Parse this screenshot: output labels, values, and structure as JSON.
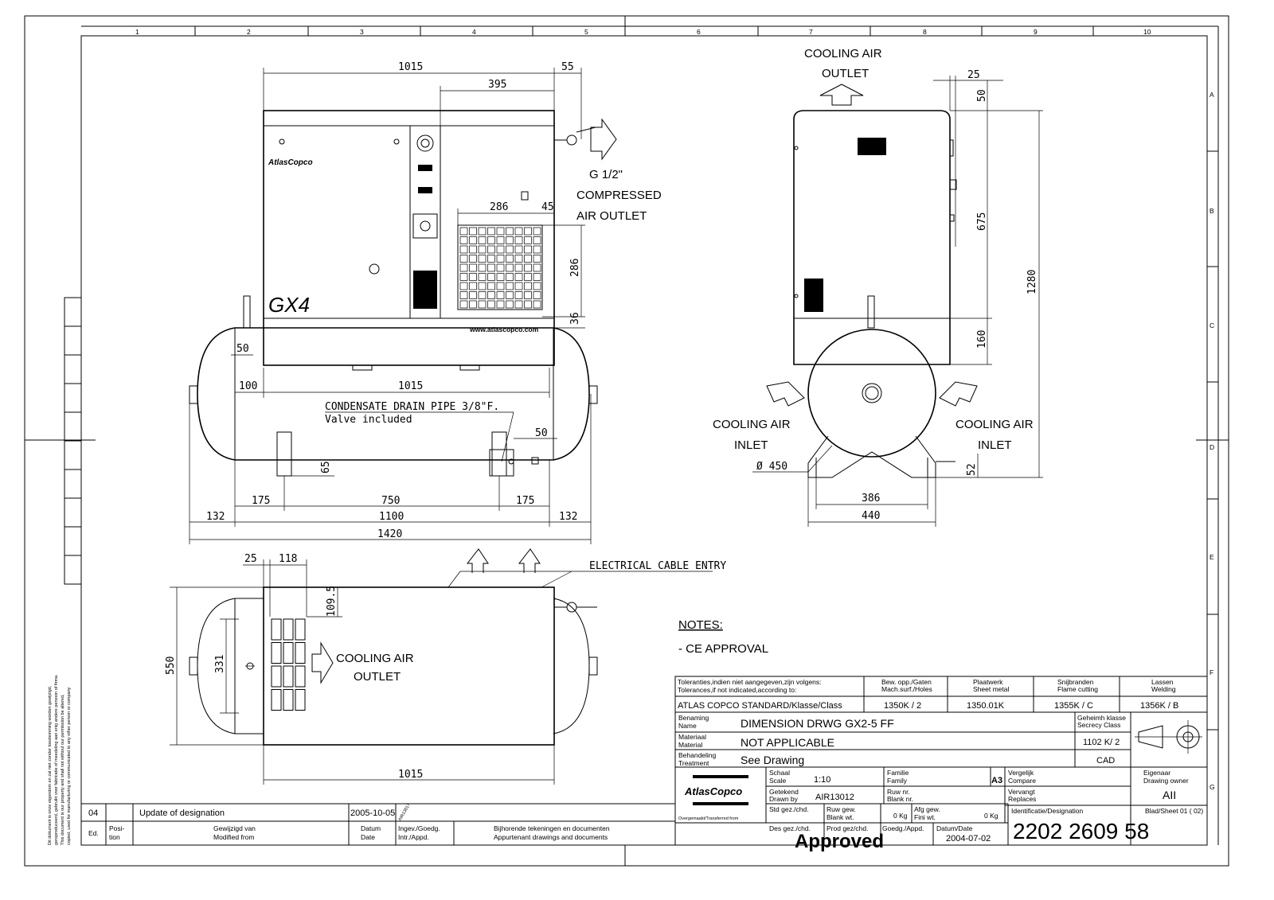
{
  "grid": {
    "cols": [
      "1",
      "2",
      "3",
      "4",
      "5",
      "6",
      "7",
      "8",
      "9",
      "10"
    ],
    "rows": [
      "A",
      "B",
      "C",
      "D",
      "E",
      "F",
      "G"
    ]
  },
  "front_view": {
    "dims": {
      "overall_width": "1015",
      "overhang": "55",
      "to_outlet": "395",
      "grille_w": "286",
      "grille_gap": "45",
      "grille_h": "286",
      "grille_bottom": "36",
      "tank_foot": "50",
      "tank_left_offset": "100",
      "tank_width": "1015",
      "drain_offset": "50",
      "foot_height": "65",
      "foot_left": "175",
      "foot_span": "750",
      "foot_right": "175",
      "tank_end_left": "132",
      "tank_body": "1100",
      "tank_end_right": "132",
      "total": "1420"
    },
    "brand_label": "AtlasCopco",
    "model_label": "GX4",
    "website": "www.atlascopco.com",
    "outlet_label": [
      "G 1/2\"",
      "COMPRESSED",
      "AIR OUTLET"
    ],
    "drain_label": [
      "CONDENSATE DRAIN PIPE 3/8\"F.",
      "Valve included"
    ]
  },
  "side_view": {
    "top_label": [
      "COOLING AIR",
      "OUTLET"
    ],
    "inlet_left": [
      "COOLING AIR",
      "INLET"
    ],
    "inlet_right": [
      "COOLING AIR",
      "INLET"
    ],
    "dims": {
      "top_offset": "25",
      "top_gap": "50",
      "body": "675",
      "total_height": "1280",
      "base": "160",
      "diameter": "Ø 450",
      "valve": "52",
      "feet_inner": "386",
      "feet_outer": "440"
    }
  },
  "top_view": {
    "dims": {
      "left_offset": "25",
      "grille_w": "118",
      "grille_top": "109.5",
      "depth": "550",
      "tank_dia": "331",
      "width": "1015"
    },
    "cable_label": "ELECTRICAL CABLE ENTRY",
    "outlet_label": [
      "COOLING AIR",
      "OUTLET"
    ]
  },
  "notes": {
    "heading": "NOTES:",
    "items": [
      "- CE APPROVAL"
    ]
  },
  "side_notice": [
    "Dit dokument is onze eigendom en zal niet zonder toestemming worden gewijzigd,",
    "gereproduceerd, gebruikt voor fabricatie of meedeling aan enig andere persoon of firma.",
    "This document is our property and shall not without our permission be altered,",
    "copied, used for manufacturing or communicated to any other person or company"
  ],
  "revision": {
    "rev": "04",
    "description": "Update of designation",
    "date": "2005-10-05",
    "initials": "AIR13017",
    "headers": {
      "ed": "Ed.",
      "posi1": "Posi-",
      "posi2": "tion",
      "gew1": "Gewijzigd van",
      "gew2": "Modified from",
      "datum1": "Datum",
      "datum2": "Date",
      "ingev1": "Ingev./Goedg.",
      "ingev2": "Intr./Appd.",
      "bij1": "Bijhorende tekeningen en documenten",
      "bij2": "Appurtenant drawings and documents"
    }
  },
  "title_block": {
    "tol1": "Toleranties,indien niet aangegeven,zijn volgens:",
    "tol2": "Tolerances,if not indicated,according to:",
    "standard": "ATLAS COPCO STANDARD/Klasse/Class",
    "col_heads": [
      [
        "Bew. opp./Gaten",
        "Mach.surf./Holes"
      ],
      [
        "Plaatwerk",
        "Sheet metal"
      ],
      [
        "Snijbranden",
        "Flame cutting"
      ],
      [
        "Lassen",
        "Welding"
      ]
    ],
    "col_vals": [
      "1350K / 2",
      "1350.01K",
      "1355K / C",
      "1356K / B"
    ],
    "benaming": [
      "Benaming",
      "Name"
    ],
    "name": "DIMENSION DRWG    GX2-5 FF",
    "material_lbl": [
      "Materiaal",
      "Material"
    ],
    "material": "NOT APPLICABLE",
    "treatment_lbl": [
      "Behandeling",
      "Treatment"
    ],
    "treatment": "See Drawing",
    "secrecy_lbl": [
      "Geheimh klasse",
      "Secrecy Class"
    ],
    "secrecy": "1102 K/ 2",
    "cad": "CAD",
    "brand": "AtlasCopco",
    "transferred": "Overgemaakt/Transferred from",
    "scale_lbl": [
      "Schaal",
      "Scale"
    ],
    "scale": "1:10",
    "drawn_lbl": [
      "Getekend",
      "Drawn by"
    ],
    "drawn": "AIR13012",
    "std_lbl": "Std gez./chd.",
    "family_lbl": [
      "Familie",
      "Family"
    ],
    "blank_lbl": [
      "Ruw nr.",
      "Blank nr."
    ],
    "rough_wt_lbl": [
      "Ruw gew.",
      "Blank wt."
    ],
    "rough_wt": "0 Kg",
    "fin_wt_lbl": [
      "Afg gew.",
      "Fini wt."
    ],
    "fin_wt": "0 Kg",
    "size": "A3",
    "compare_lbl": [
      "Vergelijk",
      "Compare"
    ],
    "replaces_lbl": [
      "Vervangt",
      "Replaces"
    ],
    "owner_lbl": [
      "Eigenaar",
      "Drawing owner"
    ],
    "owner": "AII",
    "des_lbl": "Des gez./chd.",
    "prod_lbl": "Prod gez/chd.",
    "goedg_lbl": "Goedg./Appd.",
    "date_lbl": "Datum/Date",
    "date": "2004-07-02",
    "approved": "Approved",
    "ident_lbl": "Identificatie/Designation",
    "ident": "2202 2609 58",
    "sheet_lbl": "Blad/Sheet 01 ( 02)"
  }
}
